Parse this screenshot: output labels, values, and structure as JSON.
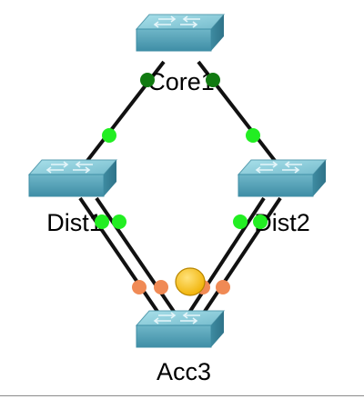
{
  "topology": {
    "devices": [
      {
        "id": "core1",
        "label": "Core1",
        "device_type": "multilayer-switch"
      },
      {
        "id": "dist1",
        "label": "Dist1",
        "device_type": "multilayer-switch"
      },
      {
        "id": "dist2",
        "label": "Dist2",
        "device_type": "multilayer-switch"
      },
      {
        "id": "acc3",
        "label": "Acc3",
        "device_type": "switch"
      }
    ],
    "links": [
      {
        "from": "core1",
        "to": "dist1",
        "state_a": "up",
        "state_b": "up"
      },
      {
        "from": "core1",
        "to": "dist2",
        "state_a": "up",
        "state_b": "up"
      },
      {
        "from": "dist1",
        "to": "acc3",
        "state_a": "up",
        "state_b": "blocking"
      },
      {
        "from": "dist1",
        "to": "acc3",
        "state_a": "up",
        "state_b": "blocking"
      },
      {
        "from": "dist2",
        "to": "acc3",
        "state_a": "up",
        "state_b": "blocking"
      },
      {
        "from": "dist2",
        "to": "acc3",
        "state_a": "up",
        "state_b": "blocking"
      }
    ],
    "status_colors": {
      "up": "#22ee22",
      "up_dark": "#117a11",
      "blocking": "#f08a55",
      "pdu": "#f7c31c",
      "cable": "#111111",
      "switch_top": "#8ed0dc",
      "switch_side": "#4a9cb2"
    },
    "pdu_marker": {
      "icon": "pdu-envelope-icon",
      "color": "#f7c31c"
    }
  }
}
